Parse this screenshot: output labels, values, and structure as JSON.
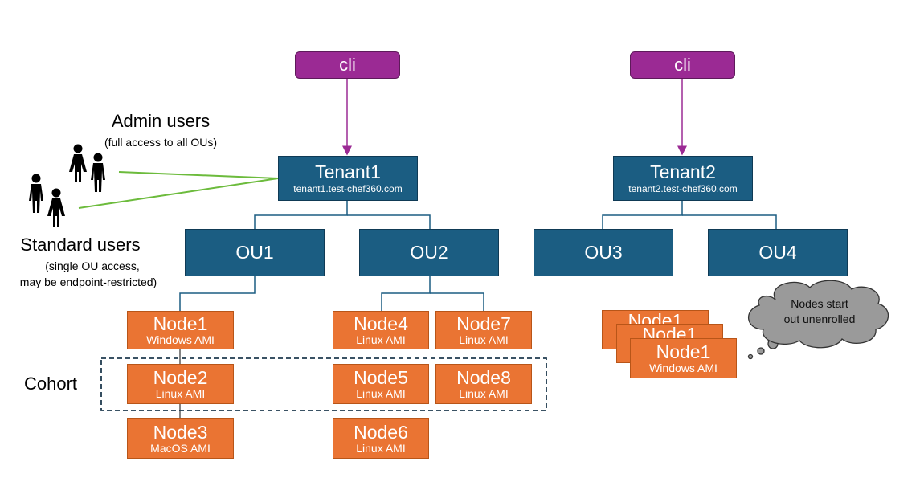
{
  "clis": [
    {
      "label": "cli"
    },
    {
      "label": "cli"
    }
  ],
  "tenants": [
    {
      "name": "Tenant1",
      "domain": "tenant1.test-chef360.com"
    },
    {
      "name": "Tenant2",
      "domain": "tenant2.test-chef360.com"
    }
  ],
  "ous": [
    {
      "label": "OU1"
    },
    {
      "label": "OU2"
    },
    {
      "label": "OU3"
    },
    {
      "label": "OU4"
    }
  ],
  "nodes": [
    {
      "name": "Node1",
      "ami": "Windows AMI"
    },
    {
      "name": "Node2",
      "ami": "Linux AMI"
    },
    {
      "name": "Node3",
      "ami": "MacOS AMI"
    },
    {
      "name": "Node4",
      "ami": "Linux AMI"
    },
    {
      "name": "Node5",
      "ami": "Linux AMI"
    },
    {
      "name": "Node6",
      "ami": "Linux AMI"
    },
    {
      "name": "Node7",
      "ami": "Linux AMI"
    },
    {
      "name": "Node8",
      "ami": "Linux AMI"
    }
  ],
  "unenrolled": {
    "back1": "Node1",
    "back2": "Node1",
    "front": {
      "name": "Node1",
      "ami": "Windows AMI"
    },
    "cloud": [
      "Nodes start",
      "out unenrolled"
    ]
  },
  "users": {
    "admin_title": "Admin users",
    "admin_sub": "(full access to all OUs)",
    "standard_title": "Standard users",
    "standard_sub1": "(single OU access,",
    "standard_sub2": "may be endpoint-restricted)"
  },
  "cohort_label": "Cohort",
  "colors": {
    "cli": "#9b2a94",
    "tenant": "#1b5d82",
    "node": "#ea7433",
    "user_line": "#6cbb3c"
  }
}
